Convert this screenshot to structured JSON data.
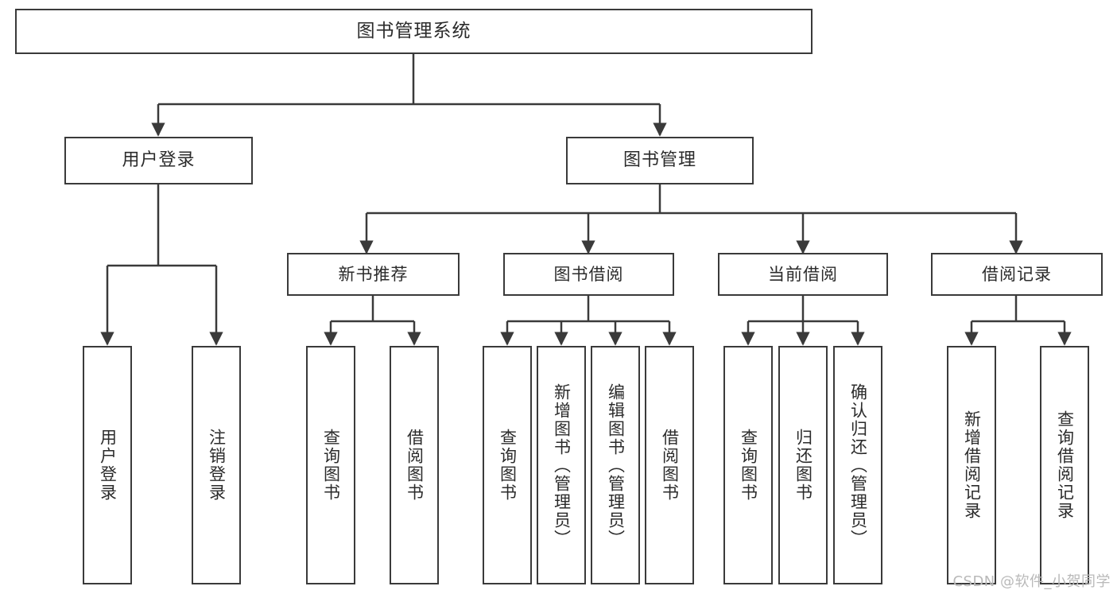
{
  "diagram": {
    "title": "图书管理系统",
    "watermark": "CSDN @软件_小贺同学",
    "colors": {
      "stroke": "#3a3a3a",
      "text": "#2b2b2b",
      "background": "#ffffff",
      "watermark": "#b9b9b9"
    },
    "root": {
      "label": "图书管理系统"
    },
    "level2": [
      {
        "label": "用户登录"
      },
      {
        "label": "图书管理"
      }
    ],
    "level3": [
      {
        "label": "新书推荐"
      },
      {
        "label": "图书借阅"
      },
      {
        "label": "当前借阅"
      },
      {
        "label": "借阅记录"
      }
    ],
    "leaves": {
      "user_login": [
        {
          "label": "用户登录"
        },
        {
          "label": "注销登录"
        }
      ],
      "new_book": [
        {
          "label": "查询图书"
        },
        {
          "label": "借阅图书"
        }
      ],
      "book_borrow": [
        {
          "label": "查询图书"
        },
        {
          "label": "新增图书（管理员）"
        },
        {
          "label": "编辑图书（管理员）"
        },
        {
          "label": "借阅图书"
        }
      ],
      "current_borrow": [
        {
          "label": "查询图书"
        },
        {
          "label": "归还图书"
        },
        {
          "label": "确认归还（管理员）"
        }
      ],
      "borrow_record": [
        {
          "label": "新增借阅记录"
        },
        {
          "label": "查询借阅记录"
        }
      ]
    }
  }
}
